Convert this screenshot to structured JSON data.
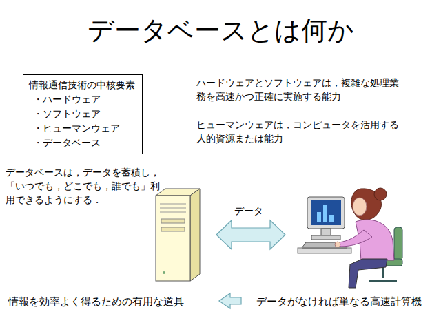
{
  "diagram": {
    "title": "データベースとは何か",
    "nodes": [
      {
        "text": [
          "情報通信技術の中核要素",
          "・ハードウェア",
          "・ソフトウェア",
          "・ヒューマンウェア",
          "・データベース"
        ]
      }
    ],
    "labels": [
      "ハードウェアとソフトウェアは，複雑な処理業務を高速かつ正確に実施する能力",
      "ヒューマンウェアは，コンピュータを活用する人的資源または能力",
      "データベースは，データを蓄積し，「いつでも，どこでも，誰でも」利用できるようにする．",
      "データ",
      "情報を効率よく得るための有用な道具",
      "データがなければ単なる高速計算機"
    ]
  }
}
